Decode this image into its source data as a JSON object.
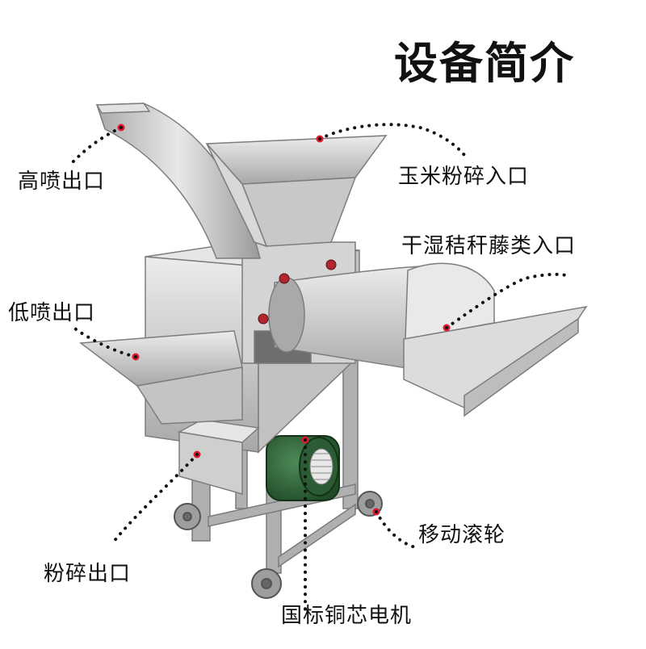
{
  "title": "设备简介",
  "labels": {
    "high_outlet": "高喷出口",
    "corn_inlet": "玉米粉碎入口",
    "straw_inlet": "干湿秸秆藤类入口",
    "low_outlet": "低喷出口",
    "wheels": "移动滚轮",
    "crush_outlet": "粉碎出口",
    "motor": "国标铜芯电机"
  },
  "colors": {
    "steel_light": "#e4e4e4",
    "steel_mid": "#b9b9b9",
    "steel_dark": "#8c8c8c",
    "motor_green": "#2f6a3a",
    "marker_red": "#e0182a",
    "pointer": "#111111"
  }
}
